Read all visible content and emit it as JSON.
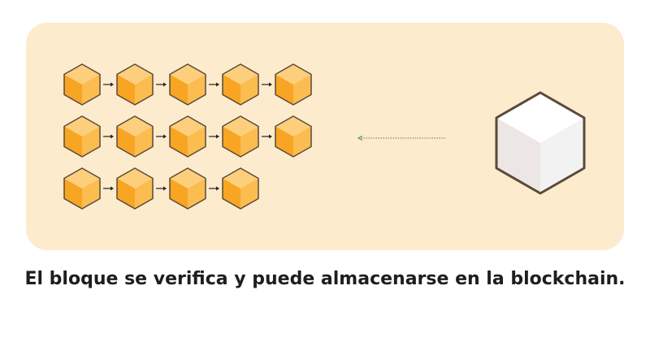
{
  "caption": "El bloque se verifica y puede almacenarse en la blockchain.",
  "chain": {
    "rows": [
      5,
      5,
      4
    ]
  },
  "colors": {
    "panel": "#fdebcd",
    "cube_top": "#fdcf7c",
    "cube_left": "#f7a523",
    "cube_right": "#fbbd4f",
    "cube_outline": "#5a4a3a",
    "new_cube_top": "#ffffff",
    "new_cube_left": "#ece6e4",
    "new_cube_right": "#f3f2f2",
    "arrow_dotted": "#4d8a3a"
  }
}
